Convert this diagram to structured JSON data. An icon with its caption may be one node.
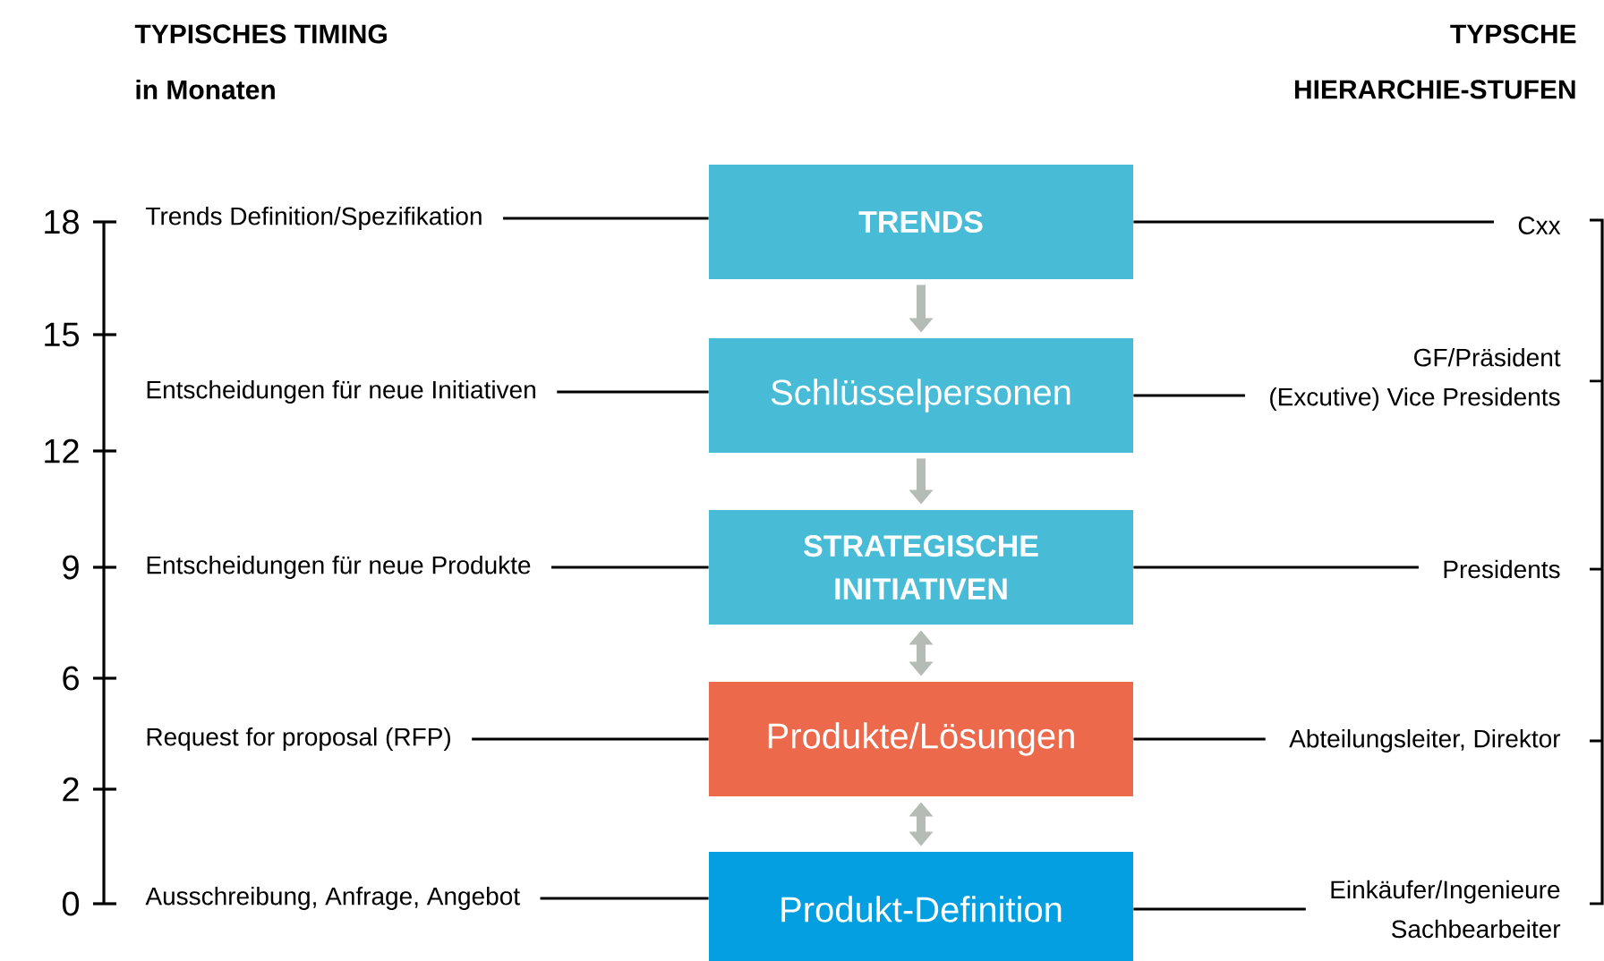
{
  "diagram": {
    "nodes": [
      {
        "text": [
          "TRENDS"
        ]
      },
      {
        "text": [
          "Schlüsselpersonen"
        ]
      },
      {
        "text": [
          "STRATEGISCHE INITIATIVEN"
        ]
      },
      {
        "text": [
          "Produkte/Lösungen"
        ]
      },
      {
        "text": [
          "Produkt-Definition"
        ]
      },
      {
        "text": [
          "Trends Definition/Spezifikation"
        ]
      },
      {
        "text": [
          "Entscheidungen für neue Initiativen"
        ]
      },
      {
        "text": [
          "Entscheidungen für neue Produkte"
        ]
      },
      {
        "text": [
          "Request for proposal (RFP)"
        ]
      },
      {
        "text": [
          "Ausschreibung, Anfrage, Angebot"
        ]
      },
      {
        "text": [
          "Cxx"
        ]
      },
      {
        "text": [
          "GF/Präsident",
          "(Excutive) Vice Presidents"
        ]
      },
      {
        "text": [
          "Presidents"
        ]
      },
      {
        "text": [
          "Abteilungsleiter, Direktor"
        ]
      },
      {
        "text": [
          "Einkäufer/Ingenieure",
          "Sachbearbeiter"
        ]
      }
    ],
    "edges": [
      {
        "from": 0,
        "to": 1,
        "arrow": "to",
        "style": "thick",
        "color": "#b5bcb6"
      },
      {
        "from": 1,
        "to": 2,
        "arrow": "to",
        "style": "thick",
        "color": "#b5bcb6"
      },
      {
        "from": 2,
        "to": 3,
        "arrow": "both",
        "style": "thick",
        "color": "#b5bcb6"
      },
      {
        "from": 3,
        "to": 4,
        "arrow": "both",
        "style": "thick",
        "color": "#b5bcb6"
      },
      {
        "from": 5,
        "to": 0,
        "arrow": "none"
      },
      {
        "from": 6,
        "to": 1,
        "arrow": "none"
      },
      {
        "from": 7,
        "to": 2,
        "arrow": "none"
      },
      {
        "from": 8,
        "to": 3,
        "arrow": "none"
      },
      {
        "from": 9,
        "to": 4,
        "arrow": "none"
      },
      {
        "from": 0,
        "to": 10,
        "arrow": "none"
      },
      {
        "from": 1,
        "to": 11,
        "arrow": "none"
      },
      {
        "from": 2,
        "to": 12,
        "arrow": "none"
      },
      {
        "from": 3,
        "to": 13,
        "arrow": "none"
      },
      {
        "from": 4,
        "to": 14,
        "arrow": "none"
      }
    ],
    "labels": [
      "TYPISCHES TIMING",
      "TYPSCHE",
      "in Monaten",
      "HIERARCHIE-STUFEN",
      "18",
      "15",
      "12",
      "9",
      "6",
      "2",
      "0"
    ]
  }
}
